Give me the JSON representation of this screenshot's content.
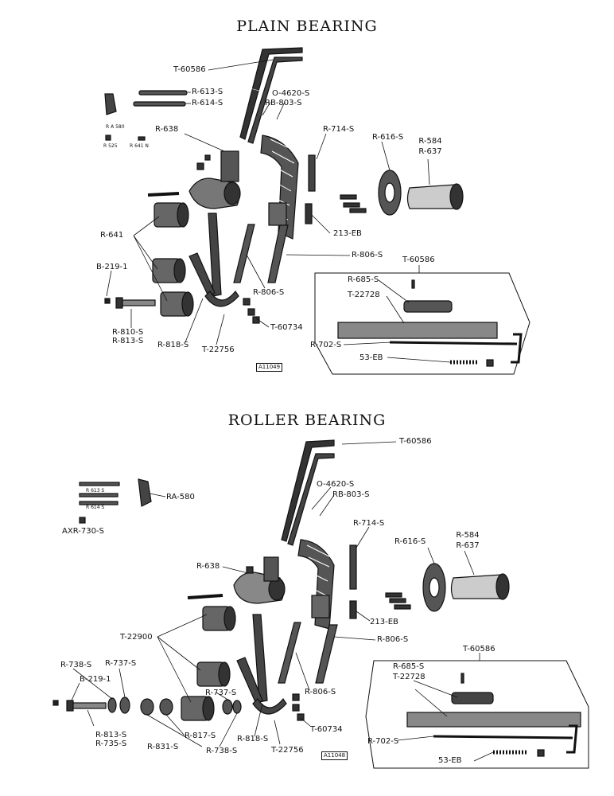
{
  "plain": {
    "title": "PLAIN BEARING",
    "code": "A11049",
    "inset_label": "T-60586",
    "labels": {
      "t60586_top": "T-60586",
      "r613s": "R-613-S",
      "r614s": "R-614-S",
      "ra580": "R A 580",
      "r525": "R 525",
      "r641n": "R 641 N",
      "o4620s": "O-4620-S",
      "rb803s": "RB-803-S",
      "r638": "R-638",
      "r714s": "R-714-S",
      "r616s": "R-616-S",
      "r584": "R-584",
      "r637": "R-637",
      "eb213": "213-EB",
      "r641": "R-641",
      "r806s_a": "R-806-S",
      "r806s_b": "R-806-S",
      "b2191": "B-219-1",
      "r810s": "R-810-S",
      "r813s": "R-813-S",
      "r818s": "R-818-S",
      "t22756": "T-22756",
      "t60734": "T-60734",
      "r685s": "R-685-S",
      "t22728": "T-22728",
      "r702s": "R-702-S",
      "eb53": "53-EB"
    }
  },
  "roller": {
    "title": "ROLLER BEARING",
    "code": "A11048",
    "inset_label": "T-60586",
    "labels": {
      "t60586_top": "T-60586",
      "ra580": "RA-580",
      "r613n": "R 613 S",
      "r614n": "R 614 S",
      "axr730s": "AXR-730-S",
      "o4620s": "O-4620-S",
      "rb803s": "RB-803-S",
      "r714s": "R-714-S",
      "r616s": "R-616-S",
      "r584": "R-584",
      "r637": "R-637",
      "r638": "R-638",
      "eb213": "213-EB",
      "t22900": "T-22900",
      "r806s_a": "R-806-S",
      "r806s_b": "R-806-S",
      "r738s_a": "R-738-S",
      "r737s_a": "R-737-S",
      "b2191": "B-219-1",
      "r737s_b": "R-737-S",
      "r813s": "R-813-S",
      "r735s": "R-735-S",
      "r817s": "R-817-S",
      "r831s": "R-831-S",
      "r738s_b": "R-738-S",
      "r818s": "R-818-S",
      "t22756": "T-22756",
      "t60734": "T-60734",
      "r685s": "R-685-S",
      "t22728": "T-22728",
      "r702s": "R-702-S",
      "eb53": "53-EB"
    }
  }
}
